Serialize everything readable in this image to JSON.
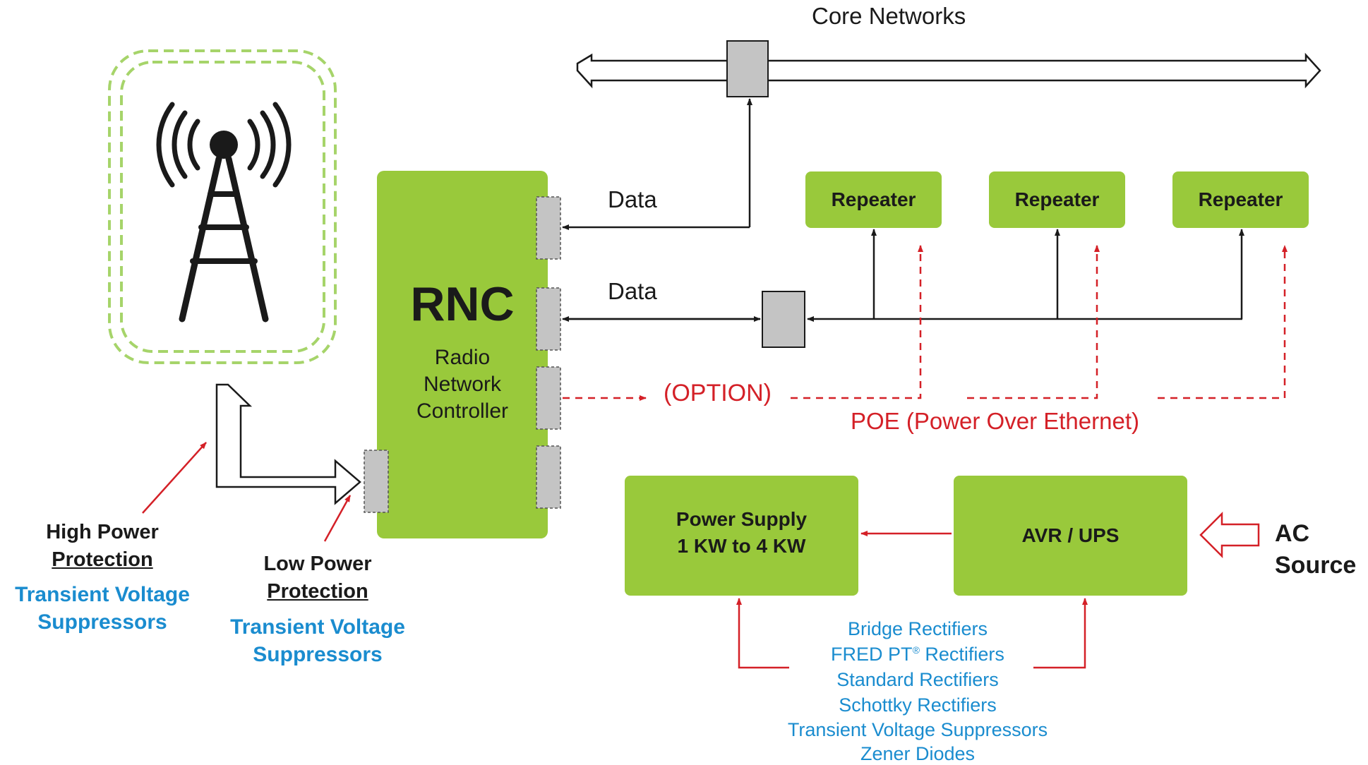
{
  "colors": {
    "green": "#99c93b",
    "dashed_green": "#a6d46a",
    "port_gray": "#c4c4c4",
    "red": "#d42027",
    "blue": "#1a8ccf",
    "black": "#1a1a1a"
  },
  "core_networks": {
    "label": "Core Networks"
  },
  "tower": {
    "icon": "cell-tower-icon"
  },
  "rnc": {
    "title": "RNC",
    "subtitle_line1": "Radio",
    "subtitle_line2": "Network",
    "subtitle_line3": "Controller"
  },
  "links": {
    "data_upper": "Data",
    "data_lower": "Data",
    "option": "(OPTION)",
    "poe": "POE (Power Over Ethernet)"
  },
  "repeaters": [
    {
      "label": "Repeater"
    },
    {
      "label": "Repeater"
    },
    {
      "label": "Repeater"
    }
  ],
  "power_supply": {
    "line1": "Power Supply",
    "line2": "1 KW to 4 KW"
  },
  "avr_ups": {
    "label": "AVR / UPS"
  },
  "ac_source": {
    "line1": "AC",
    "line2": "Source"
  },
  "high_power": {
    "line1": "High Power",
    "line2": "Protection",
    "tvs_line1": "Transient Voltage",
    "tvs_line2": "Suppressors"
  },
  "low_power": {
    "line1": "Low Power",
    "line2": "Protection",
    "tvs_line1": "Transient Voltage",
    "tvs_line2": "Suppressors"
  },
  "components": [
    "Bridge Rectifiers",
    "FRED PT",
    "Rectifiers",
    "Standard Rectifiers",
    "Schottky Rectifiers",
    "Transient Voltage Suppressors",
    "Zener Diodes"
  ],
  "registered_mark": "®"
}
